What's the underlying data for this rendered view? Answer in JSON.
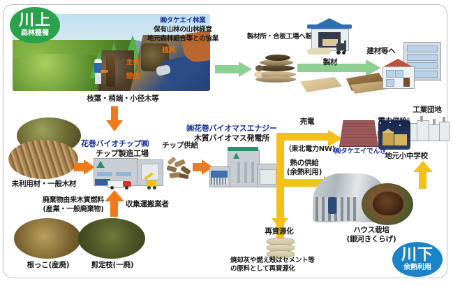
{
  "diagram": {
    "title_upstream_badge": {
      "main": "川上",
      "sub": "森林整備",
      "color": "#2aa14b"
    },
    "title_downstream_badge": {
      "main": "川下",
      "sub": "余熱利用",
      "color": "#1b84c8"
    },
    "accent_colors": {
      "orange_arrow": "#ef7a19",
      "green_arrow": "#8ecf94",
      "yellow_arrow": "#f5c017",
      "company_blue": "#16309c",
      "label_orange": "#ea6a10"
    },
    "upstream": {
      "company": "㈱タケエイ林業",
      "line2": "保有山林の山林経営",
      "line3": "地元森林組合等との協業",
      "planting_label": "植林",
      "main_felling": "主伐",
      "thinning": "間伐",
      "residue_label": "枝葉・梢端・小径木等"
    },
    "lumber": {
      "sell_label": "製材所・合板工場へ販売",
      "saw_label": "製材",
      "building_label": "建材等へ"
    },
    "chip": {
      "company": "花巻バイオチップ㈱",
      "factory": "チップ製造工場",
      "supply_label": "チップ供給",
      "unused_wood": "未利用材・一般木材",
      "waste_fuel_line1": "廃棄物由来木質燃料",
      "waste_fuel_line2": "(産業・一般廃棄物)",
      "hauler_label": "収集運搬業者",
      "roots_caption": "根っこ(産廃)",
      "pruned_caption": "剪定枝(一廃)"
    },
    "power": {
      "company": "㈱花巻バイオマスエナジー",
      "plant": "木質バイオマス発電所",
      "sell_power": "売電",
      "grid": "（東北電力NW)",
      "heat_supply_line1": "熱の供給",
      "heat_supply_line2": "(余熱利用)",
      "retailer": "㈱タケエイでんき",
      "power_supply_label": "電力供給",
      "industrial_park": "工業団地",
      "local_school": "地元小中学校"
    },
    "downstream": {
      "greenhouse_line1": "ハウス栽培",
      "greenhouse_line2": "(銀河きくらげ)",
      "recycle_label": "再資源化",
      "recycle_note_line1": "焼却灰や燃え殻はセメント等",
      "recycle_note_line2": "の原料として再資源化"
    }
  }
}
